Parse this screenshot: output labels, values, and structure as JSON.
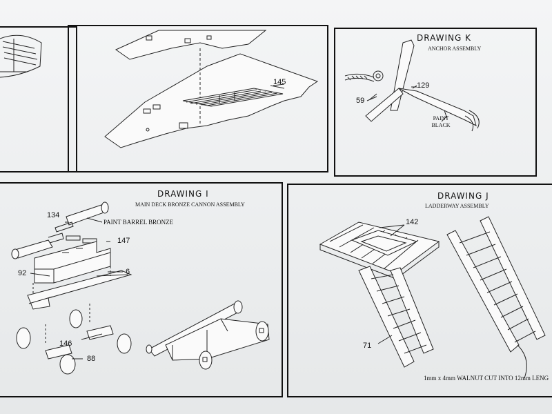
{
  "drawing_k": {
    "title": "DRAWING K",
    "subtitle": "ANCHOR ASSEMBLY",
    "parts": [
      "129",
      "59"
    ],
    "note": "PAINT BLACK"
  },
  "top_middle": {
    "parts": [
      "145"
    ]
  },
  "drawing_i": {
    "title": "DRAWING I",
    "subtitle": "MAIN DECK BRONZE CANNON ASSEMBLY",
    "note": "PAINT BARREL BRONZE",
    "parts": [
      "134",
      "147",
      "92",
      "6",
      "146",
      "88"
    ]
  },
  "drawing_j": {
    "title": "DRAWING J",
    "subtitle": "LADDERWAY ASSEMBLY",
    "parts": [
      "142",
      "71"
    ],
    "note": "1mm x 4mm WALNUT CUT INTO 12mm LENG"
  }
}
